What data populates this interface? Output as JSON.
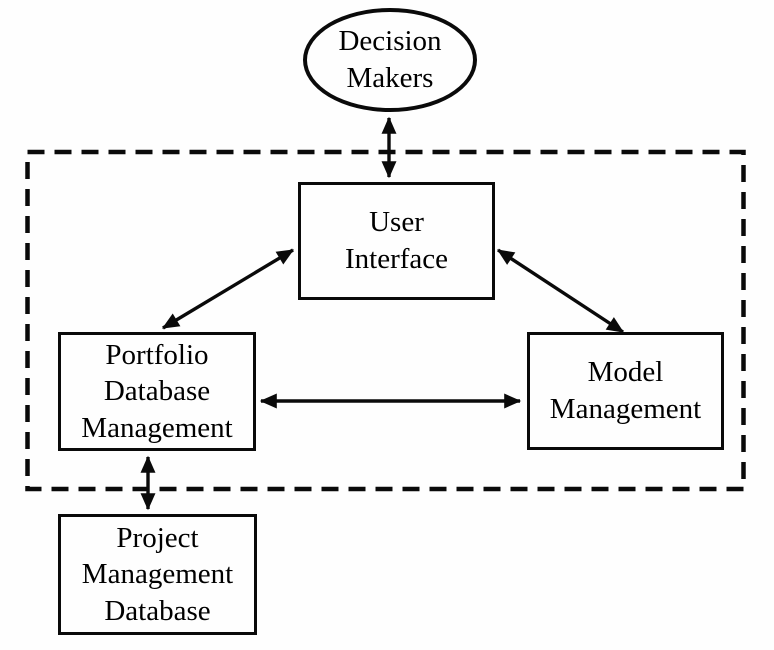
{
  "diagram": {
    "background_color": "#fefefe",
    "line_color": "#0a0a0a",
    "text_color": "#000000",
    "nodes": {
      "decision_makers": {
        "label": "Decision\nMakers",
        "shape": "ellipse"
      },
      "user_interface": {
        "label": "User\nInterface",
        "shape": "rectangle"
      },
      "portfolio_database_management": {
        "label": "Portfolio\nDatabase\nManagement",
        "shape": "rectangle"
      },
      "model_management": {
        "label": "Model\nManagement",
        "shape": "rectangle"
      },
      "project_management_database": {
        "label": "Project\nManagement\nDatabase",
        "shape": "rectangle"
      }
    },
    "boundary": {
      "style": "dashed-rectangle",
      "contains": [
        "user_interface",
        "portfolio_database_management",
        "model_management"
      ]
    },
    "edges": [
      {
        "from": "decision_makers",
        "to": "user_interface",
        "bidirectional": true
      },
      {
        "from": "user_interface",
        "to": "portfolio_database_management",
        "bidirectional": true
      },
      {
        "from": "user_interface",
        "to": "model_management",
        "bidirectional": true
      },
      {
        "from": "portfolio_database_management",
        "to": "model_management",
        "bidirectional": true
      },
      {
        "from": "portfolio_database_management",
        "to": "project_management_database",
        "bidirectional": true
      }
    ]
  }
}
